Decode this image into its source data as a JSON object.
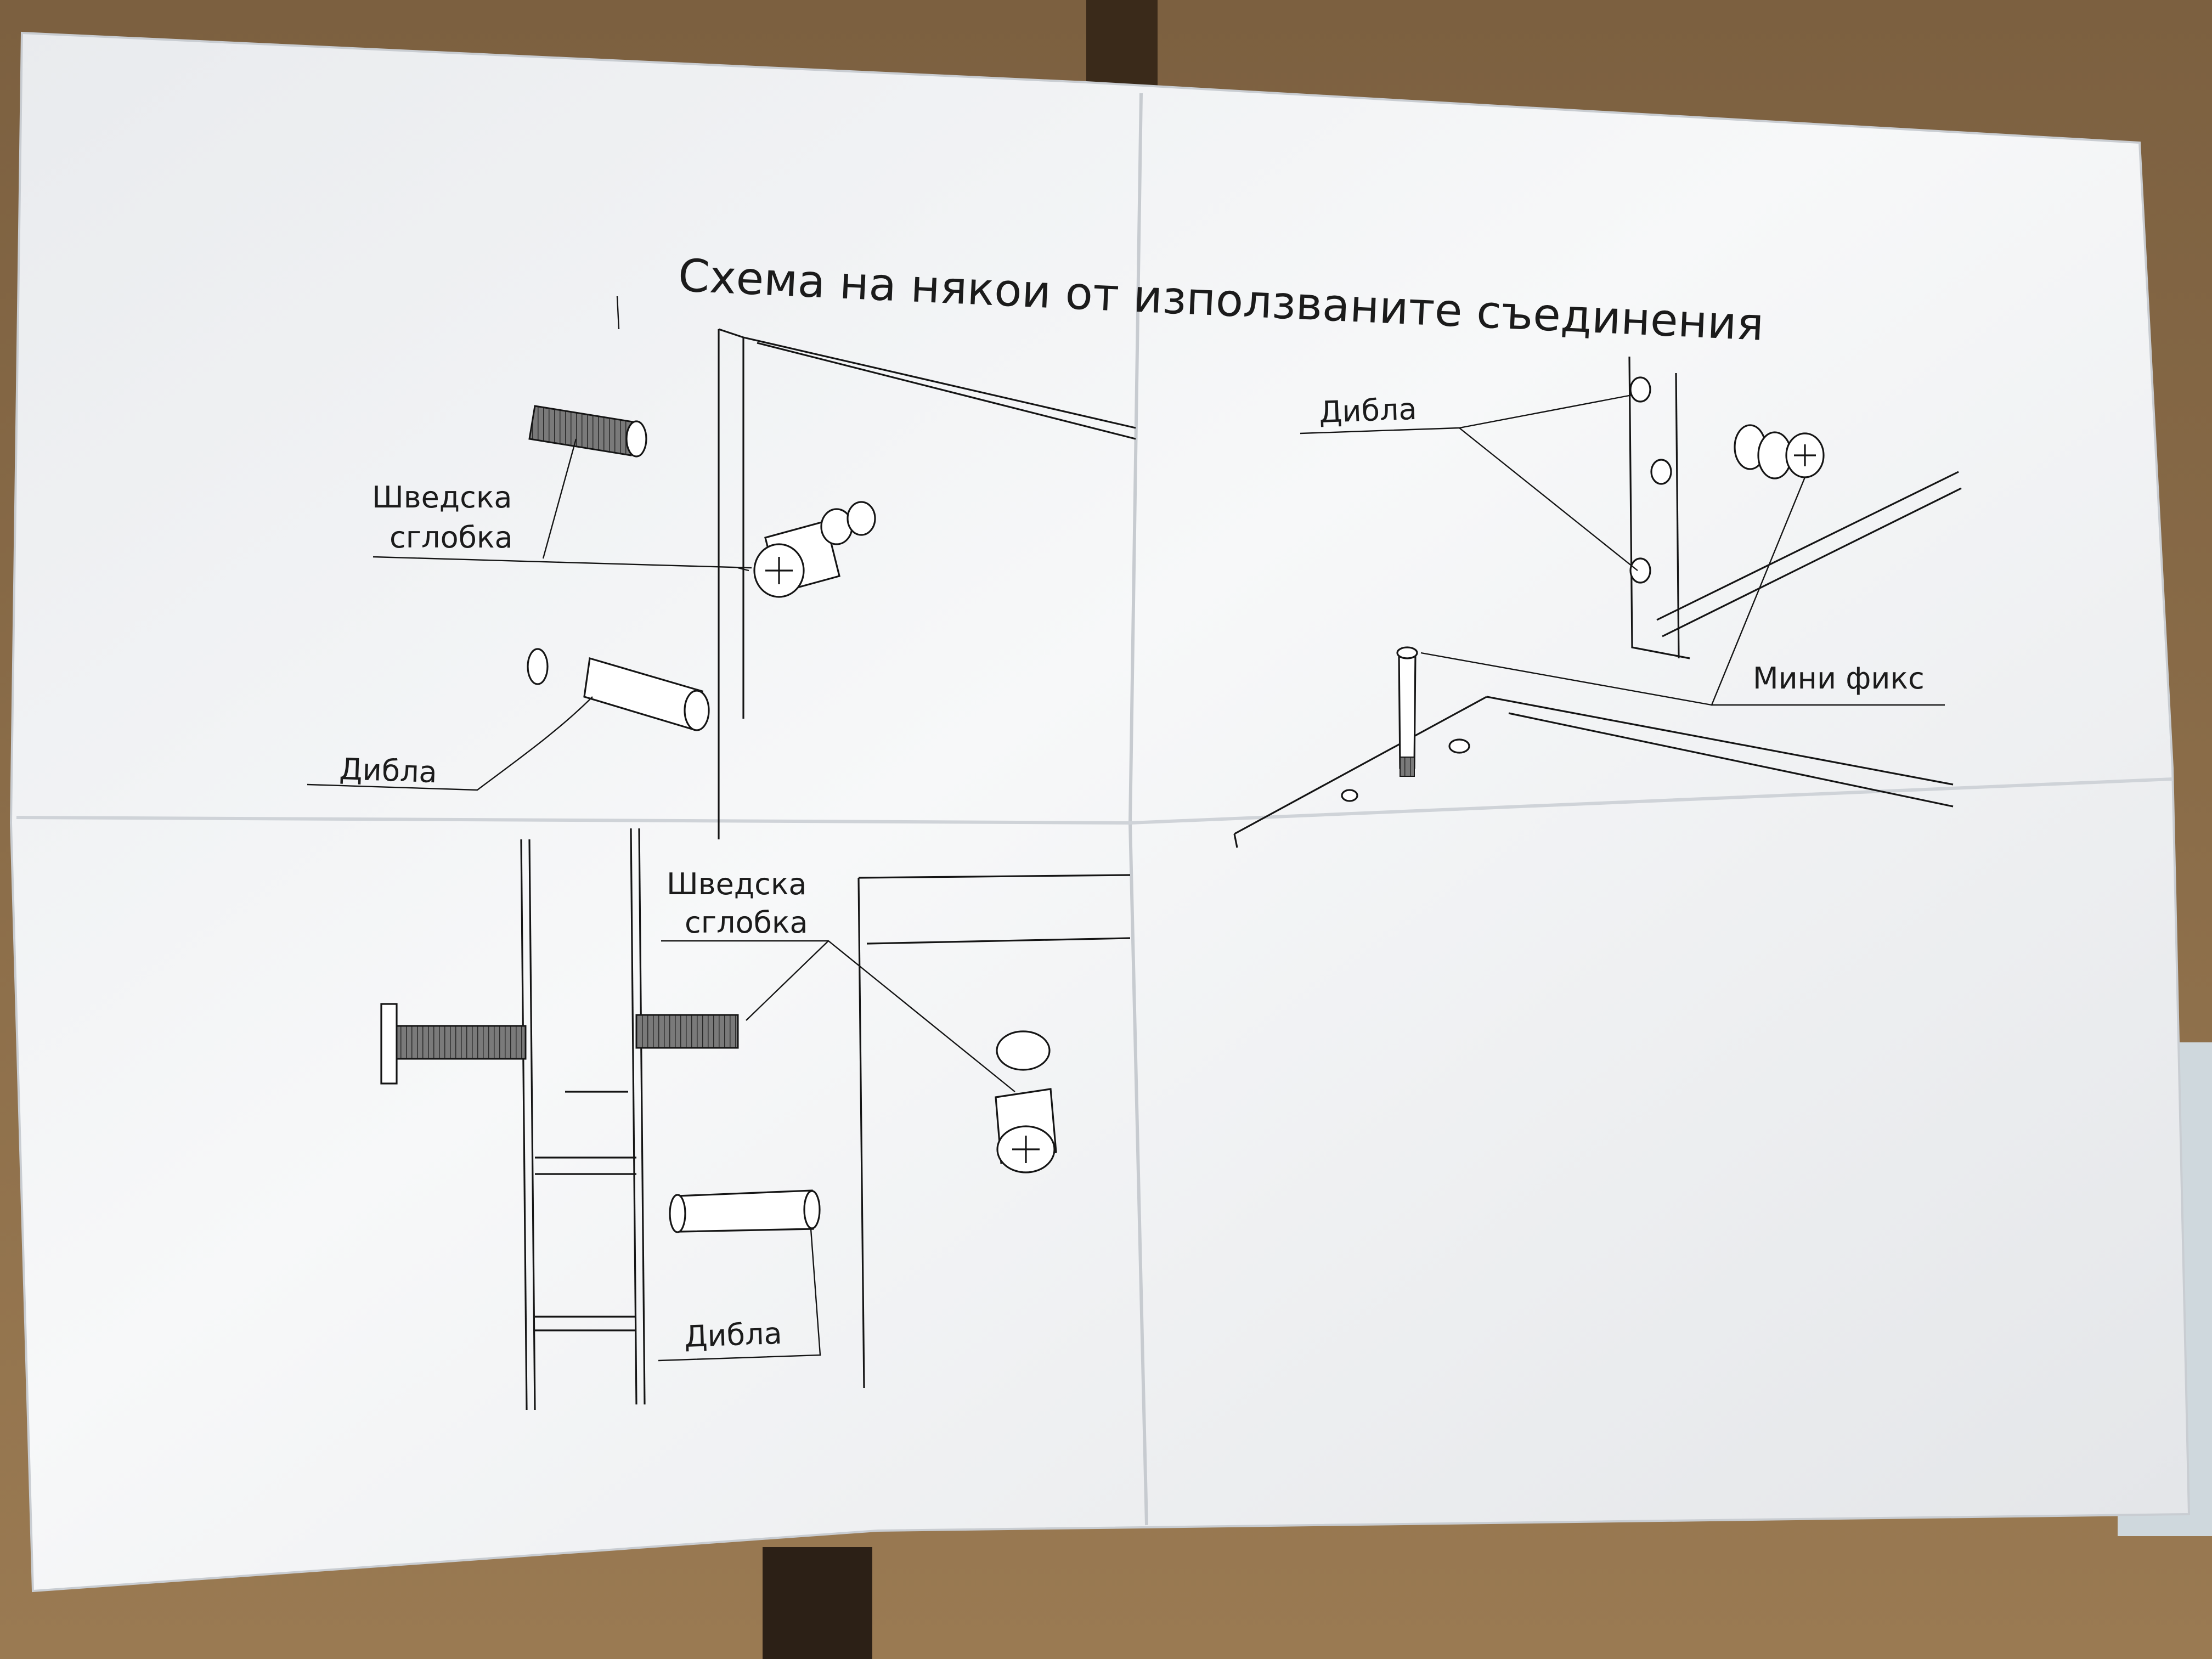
{
  "document": {
    "title": "Схема на някои от използваните съединения"
  },
  "labels": {
    "swedish_top_line1": "Шведска",
    "swedish_top_line2": "сглобка",
    "dowel_top_left": "Дибла",
    "dowel_top_right": "Дибла",
    "mini_fix": "Мини фикс",
    "swedish_bottom_line1": "Шведска",
    "swedish_bottom_line2": "сглобка",
    "dowel_bottom": "Дибла"
  },
  "colors": {
    "paper": "#f4f5f6",
    "ink": "#151515",
    "cardboard": "#8a6a45"
  }
}
